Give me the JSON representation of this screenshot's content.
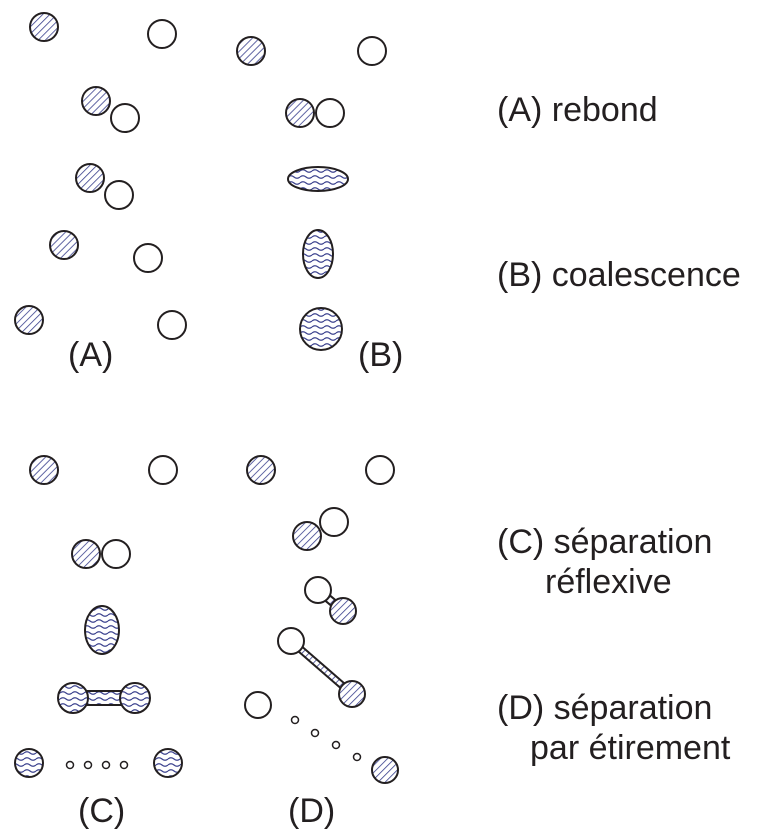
{
  "colors": {
    "ink": "#231f20",
    "hatch": "#39408d",
    "wave": "#39408d",
    "paper": "#ffffff"
  },
  "panels": {
    "a": {
      "label": "(A)"
    },
    "b": {
      "label": "(B)"
    },
    "c": {
      "label": "(C)"
    },
    "d": {
      "label": "(D)"
    }
  },
  "legend": {
    "a": {
      "line1": "(A) rebond"
    },
    "b": {
      "line1": "(B) coalescence"
    },
    "c": {
      "line1": "(C) séparation",
      "line2": "réflexive"
    },
    "d": {
      "line1": "(D) séparation",
      "line2": "par étirement"
    }
  }
}
